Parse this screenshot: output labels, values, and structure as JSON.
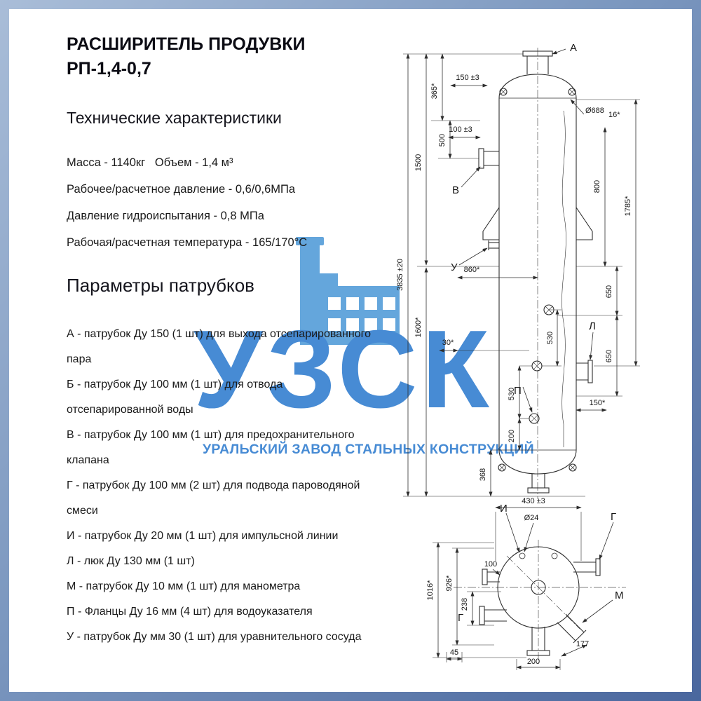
{
  "doc": {
    "title_line1": "РАСШИРИТЕЛЬ ПРОДУВКИ",
    "title_line2": "РП-1,4-0,7",
    "tech_heading": "Технические характеристики",
    "specs": [
      "Масса - 1140кг   Объем - 1,4 м³",
      "Рабочее/расчетное давление - 0,6/0,6МПа",
      "Давление гидроиспытания - 0,8 МПа",
      "Рабочая/расчетная температура - 165/170°С"
    ],
    "nozzle_heading": "Параметры патрубков",
    "nozzles": [
      "А - патрубок Ду 150 (1 шт) для выхода отсепарированного пара",
      "Б - патрубок Ду 100 мм (1 шт) для отвода отсепарированной воды",
      "В - патрубок Ду 100 мм (1 шт) для предохранительного клапана",
      "Г - патрубок Ду 100 мм (2 шт) для подвода пароводяной смеси",
      "И - патрубок Ду 20 мм (1 шт) для импульсной линии",
      "Л - люк Ду 130 мм (1 шт)",
      "М - патрубок Ду 10 мм (1 шт) для манометра",
      "П - Фланцы Ду 16 мм (4 шт) для водоуказателя",
      "У - патрубок Ду мм 30 (1 шт) для уравнительного сосуда"
    ]
  },
  "watermark": {
    "abbr": "УЗСК",
    "full_name": "УРАЛЬСКИЙ ЗАВОД СТАЛЬНЫХ КОНСТРУКЦИЙ",
    "color": "#2e7ccf"
  },
  "colors": {
    "frame_light": "#a9bdd8",
    "frame_dark": "#4a679e",
    "line": "#2e2e2e"
  },
  "drawing": {
    "front": {
      "label_A": "А",
      "label_V": "В",
      "label_U": "У",
      "label_L": "Л",
      "label_P": "П",
      "dim_150_top": "150 ±3",
      "dim_365": "365*",
      "dim_688": "Ø688",
      "dim_16": "16*",
      "dim_100": "100 ±3",
      "dim_500": "500",
      "dim_1500": "1500",
      "dim_800": "800",
      "dim_1785": "1785*",
      "dim_3835": "3835 ±20",
      "dim_860": "860*",
      "dim_650_top": "650",
      "dim_650_bottom": "650",
      "dim_1600": "1600*",
      "dim_30": "30*",
      "dim_530_right": "530",
      "dim_530_left": "530",
      "dim_150_side": "150*",
      "dim_200": "200",
      "dim_368": "368"
    },
    "plan": {
      "label_I": "И",
      "label_G_top": "Г",
      "label_M": "М",
      "label_G_left": "Г",
      "dim_430": "430 ±3",
      "dim_24": "Ø24",
      "dim_100": "100",
      "dim_926": "926*",
      "dim_1016": "1016*",
      "dim_238": "238",
      "dim_45": "45",
      "dim_200": "200",
      "dim_177": "177"
    }
  }
}
